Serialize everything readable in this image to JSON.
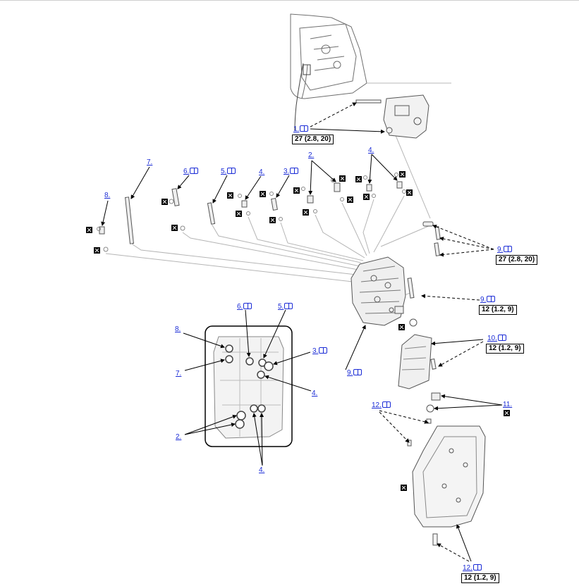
{
  "callouts": {
    "c1": "1.",
    "c1_torque": "27 (2.8, 20)",
    "c2": "2.",
    "c3": "3.",
    "c4": "4.",
    "c4b": "4.",
    "c5": "5.",
    "c6": "6.",
    "c7": "7.",
    "c8": "8.",
    "c9a": "9.",
    "c9a_torque": "27 (2.8, 20)",
    "c9b": "9.",
    "c9b_torque": "12 (1.2, 9)",
    "c9c": "9.",
    "c10": "10.",
    "c10_torque": "12 (1.2, 9)",
    "c11": "11.",
    "c12a": "12.",
    "c12b": "12.",
    "c12b_torque": "12 (1.2, 9)"
  },
  "inset": {
    "c2": "2.",
    "c3": "3.",
    "c4a": "4.",
    "c4b": "4.",
    "c5": "5.",
    "c6": "6.",
    "c7": "7.",
    "c8": "8."
  },
  "colors": {
    "link": "#1a2bd6",
    "line": "#000000",
    "part": "#7a7a7a",
    "guide": "#b0b0b0"
  }
}
